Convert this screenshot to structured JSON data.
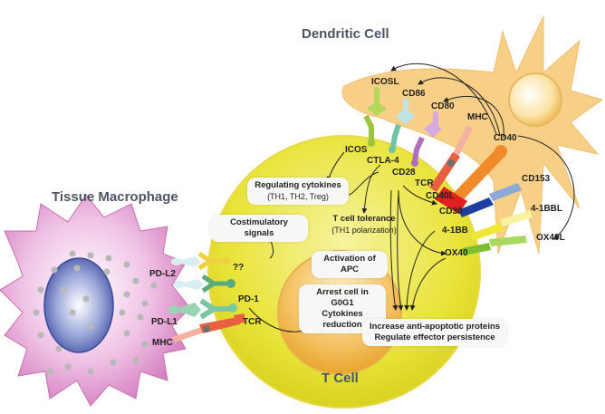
{
  "titles": {
    "dendritic_cell": "Dendritic Cell",
    "tissue_macrophage": "Tissue Macrophage",
    "t_cell": "T Cell"
  },
  "dendritic_labels": {
    "icosl": "ICOSL",
    "cd86": "CD86",
    "cd80": "CD80",
    "mhc": "MHC",
    "cd40": "CD40",
    "cd153": "CD153",
    "bbl": "4-1BBL",
    "ox40l": "OX40L"
  },
  "tcell_labels": {
    "icos": "ICOS",
    "ctla4": "CTLA-4",
    "cd28": "CD28",
    "tcr_top": "TCR",
    "cd40l": "CD40L",
    "cd30": "CD30",
    "bb": "4-1BB",
    "ox40": "OX40",
    "unknown": "??",
    "pd1": "PD-1",
    "tcr_bottom": "TCR"
  },
  "macrophage_labels": {
    "pdl2": "PD-L2",
    "pdl1": "PD-L1",
    "mhc": "MHC"
  },
  "boxes": {
    "regulating_cytokines": {
      "title": "Regulating cytokines",
      "sub": "(TH1, TH2, Treg)"
    },
    "costimulatory": {
      "title": "Costimulatory signals"
    },
    "tolerance": {
      "title": "T cell tolerance",
      "sub": "(TH1 polarization)"
    },
    "activation_apc": {
      "title": "Activation of APC"
    },
    "arrest": {
      "line1": "Arrest cell in G0G1",
      "line2": "Cytokines reduction"
    },
    "apoptotic": {
      "line1": "Increase anti-apoptotic proteins",
      "line2": "Regulate effector persistence"
    }
  },
  "colors": {
    "dendritic": "#f8cf86",
    "tcell_outer": "#e8e436",
    "tcell_nucleus": "#f2b43c",
    "macrophage": "#d98ac6",
    "mac_nucleus": "#5b6bb5",
    "icos": "#9cc43c",
    "ctla4": "#6cc4a4",
    "cd28": "#b070b8",
    "tcr": "#e8604a",
    "cd40l": "#e02020",
    "cd40": "#f08a2a",
    "cd30": "#1f3fa0",
    "bb41": "#f0e838",
    "ox40": "#7cc030"
  }
}
